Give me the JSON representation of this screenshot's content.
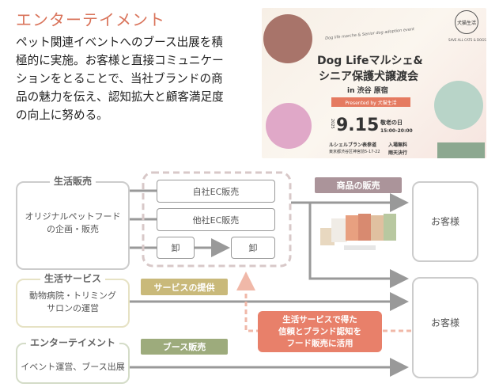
{
  "section": {
    "title": "エンターテイメント",
    "lines": [
      "ペット関連イベントへのブース出展を積",
      "極的に実施。お客様と直接コミュニケー",
      "ションをとることで、当社ブランドの商",
      "品の魅力を伝え、認知拡大と顧客満足度",
      "の向上に努める。"
    ]
  },
  "poster": {
    "script": "Dog life marche & Senior dog adoption event",
    "title1": "Dog Lifeマルシェ&",
    "title2": "シニア保護犬譲渡会",
    "location": "in 渋谷 原宿",
    "presented": "Presented by 犬猫生活",
    "year": "2025",
    "date": "9.15",
    "holiday": "敬老の日",
    "time": "15:00-20:00",
    "venue": "ルシェルブラン表参道",
    "address": "東京都渋谷区神宮前5-17-22",
    "fee": "入場無料",
    "rain": "雨天決行",
    "logo": "犬猫生活",
    "logo_sub": "SAVE ALL CATS & DOGS"
  },
  "diagram": {
    "groups": [
      {
        "label": "生活販売",
        "desc": [
          "オリジナルペットフード",
          "の企画・販売"
        ],
        "color": "#cccccc"
      },
      {
        "label": "生活サービス",
        "desc": [
          "動物病院・トリミング",
          "サロンの運営"
        ],
        "color": "#e6e2c4"
      },
      {
        "label": "エンターテイメント",
        "desc": [
          "イベント運営、ブース出展"
        ],
        "color": "#d4dcc8"
      }
    ],
    "channels": {
      "own_ec": "自社EC販売",
      "other_ec": "他社EC販売",
      "wholesale1": "卸",
      "wholesale2": "卸"
    },
    "tags": {
      "product_sales": "商品の販売",
      "service": "サービスの提供",
      "booth": "ブース販売"
    },
    "synergy": [
      "生活サービスで得た",
      "信頼とブランド認知を",
      "フード販売に活用"
    ],
    "customers": [
      "お客様",
      "お客様"
    ],
    "colors": {
      "product": "#ab949a",
      "service": "#c9b97a",
      "booth": "#9dab7c",
      "synergy": "#e8806a",
      "arrow": "#999999",
      "dashed": "#f0b8a8"
    }
  }
}
